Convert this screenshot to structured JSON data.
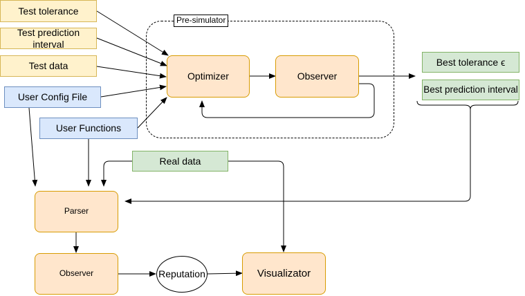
{
  "inputs": {
    "test_tolerance": "Test tolerance",
    "test_prediction_interval": "Test prediction interval",
    "test_data": "Test data",
    "user_config_file": "User Config File",
    "user_functions": "User Functions"
  },
  "presimulator": {
    "label": "Pre-simulator",
    "optimizer": "Optimizer",
    "observer": "Observer"
  },
  "outputs": {
    "best_tolerance": "Best tolerance ϵ",
    "best_prediction_interval": "Best prediction interval"
  },
  "pipeline": {
    "real_data": "Real data",
    "parser": "Parser",
    "observer": "Observer",
    "reputation": "Reputation",
    "visualizator": "Visualizator"
  },
  "colors": {
    "input_fill": "#fff2cc",
    "config_fill": "#dae8fc",
    "output_fill": "#d5e8d4",
    "process_fill": "#ffe6cc",
    "edge": "#000000"
  }
}
